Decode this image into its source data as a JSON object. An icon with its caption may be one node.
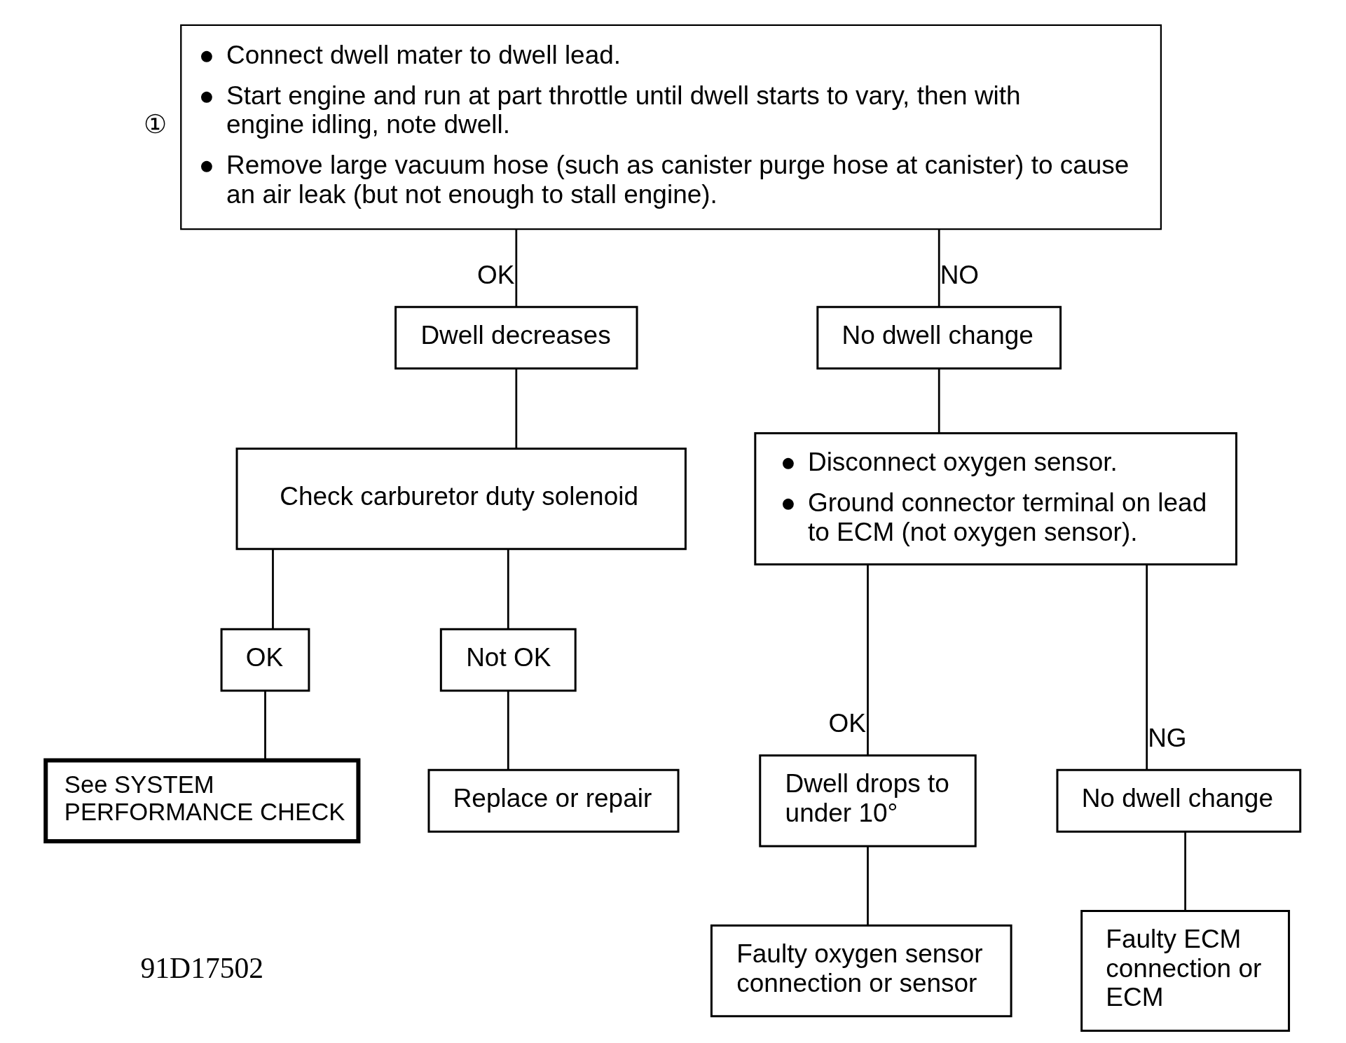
{
  "diagram": {
    "nodes": [
      {
        "text": [
          "● Connect dwell mater to dwell lead.",
          "● Start engine and run at part throttle until dwell starts to vary, then with engine idling, note dwell.",
          "● Remove large vacuum hose (such as canister purge hose at canister) to cause an air leak (but not enough to stall engine)."
        ],
        "beside": [
          "①"
        ]
      },
      {
        "text": [
          "Dwell decreases"
        ]
      },
      {
        "text": [
          "No dwell change"
        ]
      },
      {
        "text": [
          "Check carburetor duty solenoid"
        ]
      },
      {
        "text": [
          "● Disconnect oxygen sensor.",
          "● Ground connector terminal on lead to ECM (not oxygen sensor)."
        ]
      },
      {
        "text": [
          "OK"
        ]
      },
      {
        "text": [
          "Not OK"
        ]
      },
      {
        "text": [
          "See SYSTEM PERFORMANCE CHECK"
        ]
      },
      {
        "text": [
          "Replace or repair"
        ]
      },
      {
        "text": [
          "Dwell drops to under 10°"
        ]
      },
      {
        "text": [
          "No dwell change"
        ]
      },
      {
        "text": [
          "Faulty oxygen sensor connection or sensor"
        ]
      },
      {
        "text": [
          "Faulty ECM connection or ECM"
        ]
      }
    ],
    "edges": [
      {
        "from": 0,
        "to": 1,
        "arrow": "none",
        "label": "OK"
      },
      {
        "from": 0,
        "to": 2,
        "arrow": "none",
        "label": "NO"
      },
      {
        "from": 1,
        "to": 3,
        "arrow": "none"
      },
      {
        "from": 2,
        "to": 4,
        "arrow": "none"
      },
      {
        "from": 3,
        "to": 5,
        "arrow": "none"
      },
      {
        "from": 3,
        "to": 6,
        "arrow": "none"
      },
      {
        "from": 5,
        "to": 7,
        "arrow": "none"
      },
      {
        "from": 6,
        "to": 8,
        "arrow": "none"
      },
      {
        "from": 4,
        "to": 9,
        "arrow": "none",
        "label": "OK"
      },
      {
        "from": 4,
        "to": 10,
        "arrow": "none",
        "label": "NG"
      },
      {
        "from": 9,
        "to": 11,
        "arrow": "none"
      },
      {
        "from": 10,
        "to": 12,
        "arrow": "none"
      }
    ],
    "labels": [
      "91D17502"
    ]
  }
}
